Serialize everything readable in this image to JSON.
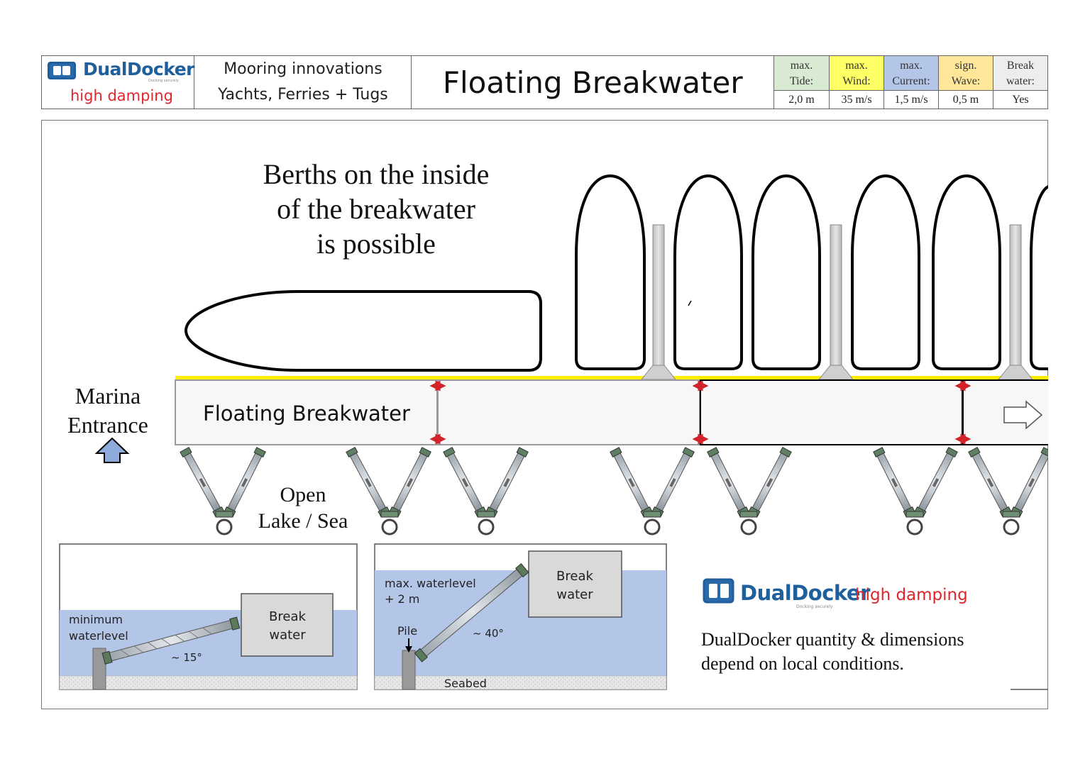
{
  "header": {
    "logo_text": "DualDocker",
    "logo_subtext": "Docking securely",
    "logo_tagline": "high damping",
    "tagline_line1": "Mooring innovations",
    "tagline_line2": "Yachts, Ferries + Tugs",
    "title": "Floating Breakwater",
    "specs": [
      {
        "label1": "max.",
        "label2": "Tide:",
        "value": "2,0 m",
        "color": "#d9ead3"
      },
      {
        "label1": "max.",
        "label2": "Wind:",
        "value": "35 m/s",
        "color": "#ffff66"
      },
      {
        "label1": "max.",
        "label2": "Current:",
        "value": "1,5 m/s",
        "color": "#b4c6e7"
      },
      {
        "label1": "sign.",
        "label2": "Wave:",
        "value": "0,5 m",
        "color": "#ffe699"
      },
      {
        "label1": "Break",
        "label2": "water:",
        "value": "Yes",
        "color": "#ededed"
      }
    ]
  },
  "diagram": {
    "berths_line1": "Berths on the inside",
    "berths_line2": "of the breakwater",
    "berths_line3": "is possible",
    "breakwater_label": "Floating Breakwater",
    "entrance_line1": "Marina",
    "entrance_line2": "Entrance",
    "open_line1": "Open",
    "open_line2": "Lake / Sea",
    "water_color": "#b4c6e7",
    "yellow_color": "#ffee00"
  },
  "detail_left": {
    "min_line1": "minimum",
    "min_line2": "waterlevel",
    "box_line1": "Break",
    "box_line2": "water",
    "angle": "~ 15°"
  },
  "detail_right": {
    "max_line1": "max. waterlevel",
    "max_line2": "+ 2 m",
    "box_line1": "Break",
    "box_line2": "water",
    "pile": "Pile",
    "angle": "~ 40°",
    "seabed": "Seabed"
  },
  "footer": {
    "logo_text": "DualDocker",
    "logo_subtext": "Docking securely",
    "logo_tagline": "high damping",
    "note_line1": "DualDocker quantity & dimensions",
    "note_line2": "depend on local conditions."
  }
}
